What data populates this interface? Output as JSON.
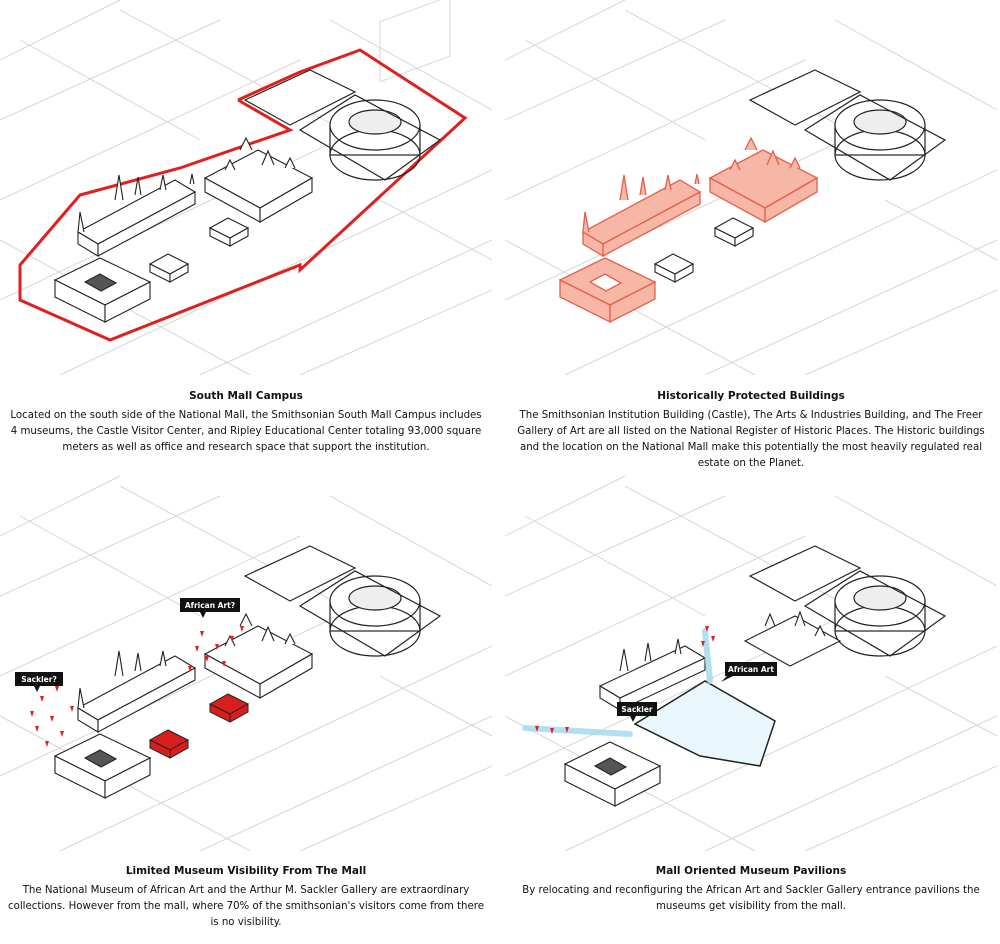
{
  "colors": {
    "line": "#222222",
    "light_line": "#d4d4d4",
    "boundary": "#e0201f",
    "historic_fill": "#f6b7a6",
    "historic_stroke": "#e55f4b",
    "red_block": "#d91e1e",
    "flow": "#9fd8ee"
  },
  "panels": [
    {
      "title": "South Mall Campus",
      "body": "Located on the south side of the National Mall, the Smithsonian South Mall Campus includes 4 museums, the Castle Visitor Center, and Ripley Educational Center totaling 93,000 square meters as well as office and research space that support the institution."
    },
    {
      "title": "Historically Protected Buildings",
      "body": "The Smithsonian Institution Building (Castle), The Arts & Industries Building, and The Freer Gallery of Art are all listed on the National Register of Historic Places.  The Historic buildings and the location on the National Mall make this potentially the most heavily regulated real estate on the Planet."
    },
    {
      "title": "Limited Museum Visibility From The Mall",
      "body": "The National Museum of African Art and the Arthur M. Sackler Gallery are extraordinary collections.  However from the mall, where 70% of the smithsonian's visitors come from there is no visibility.",
      "labels": {
        "african": "African Art?",
        "sackler": "Sackler?"
      }
    },
    {
      "title": "Mall Oriented Museum Pavilions",
      "body": "By relocating and reconfiguring the African Art and Sackler Gallery entrance pavilions the museums get visibility from the mall.",
      "labels": {
        "african": "African Art",
        "sackler": "Sackler"
      }
    }
  ]
}
